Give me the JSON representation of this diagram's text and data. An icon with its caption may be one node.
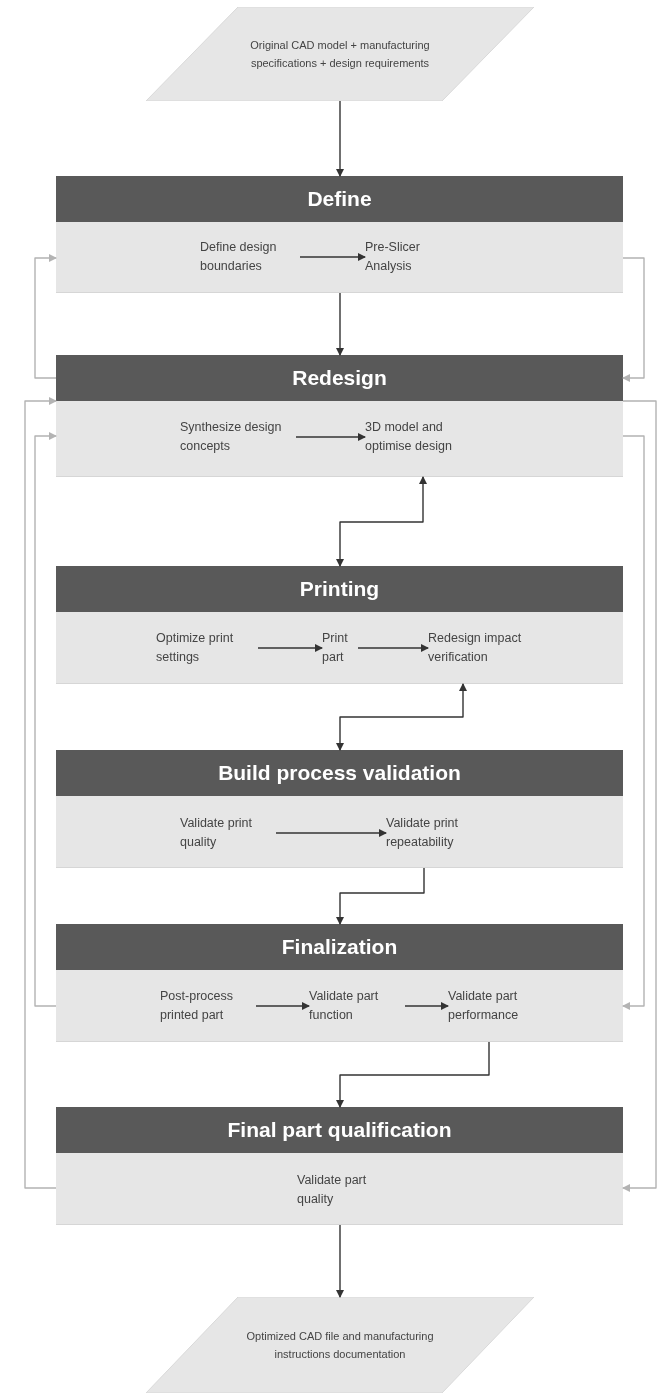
{
  "diagram": {
    "nodes": [
      {
        "text": [
          "Original CAD model + manufacturing specifications + design requirements"
        ]
      },
      {
        "text": [
          "Define"
        ]
      },
      {
        "text": [
          "Define design boundaries"
        ],
        "in": 1
      },
      {
        "text": [
          "Pre-Slicer Analysis"
        ],
        "in": 1
      },
      {
        "text": [
          "Redesign"
        ]
      },
      {
        "text": [
          "Synthesize design concepts"
        ],
        "in": 4
      },
      {
        "text": [
          "3D model and optimise design"
        ],
        "in": 4
      },
      {
        "text": [
          "Printing"
        ]
      },
      {
        "text": [
          "Optimize print settings"
        ],
        "in": 7
      },
      {
        "text": [
          "Print part"
        ],
        "in": 7
      },
      {
        "text": [
          "Redesign impact verification"
        ],
        "in": 7
      },
      {
        "text": [
          "Build process validation"
        ]
      },
      {
        "text": [
          "Validate print quality"
        ],
        "in": 11
      },
      {
        "text": [
          "Validate print repeatability"
        ],
        "in": 11
      },
      {
        "text": [
          "Finalization"
        ]
      },
      {
        "text": [
          "Post-process printed part"
        ],
        "in": 14
      },
      {
        "text": [
          "Validate part function"
        ],
        "in": 14
      },
      {
        "text": [
          "Validate part performance"
        ],
        "in": 14
      },
      {
        "text": [
          "Final part qualification"
        ]
      },
      {
        "text": [
          "Validate part quality"
        ],
        "in": 18
      },
      {
        "text": [
          "Optimized CAD file and manufacturing instructions documentation"
        ]
      }
    ],
    "edges": [
      {
        "from": 0,
        "to": 1,
        "arrow": "to"
      },
      {
        "from": 2,
        "to": 3,
        "arrow": "to"
      },
      {
        "from": 1,
        "to": 4,
        "arrow": "to"
      },
      {
        "from": 4,
        "to": 1,
        "arrow": "to",
        "color": "#b3b3b3"
      },
      {
        "from": 1,
        "to": 4,
        "arrow": "to",
        "color": "#b3b3b3"
      },
      {
        "from": 5,
        "to": 6,
        "arrow": "to"
      },
      {
        "from": 4,
        "to": 7,
        "arrow": "both"
      },
      {
        "from": 8,
        "to": 9,
        "arrow": "to"
      },
      {
        "from": 9,
        "to": 10,
        "arrow": "to"
      },
      {
        "from": 7,
        "to": 11,
        "arrow": "both"
      },
      {
        "from": 12,
        "to": 13,
        "arrow": "to"
      },
      {
        "from": 11,
        "to": 14,
        "arrow": "to"
      },
      {
        "from": 15,
        "to": 16,
        "arrow": "to"
      },
      {
        "from": 16,
        "to": 17,
        "arrow": "to"
      },
      {
        "from": 14,
        "to": 18,
        "arrow": "to"
      },
      {
        "from": 18,
        "to": 20,
        "arrow": "to"
      },
      {
        "from": 18,
        "to": 4,
        "arrow": "to",
        "color": "#b3b3b3"
      },
      {
        "from": 14,
        "to": 4,
        "arrow": "to",
        "color": "#b3b3b3"
      },
      {
        "from": 4,
        "to": 14,
        "arrow": "to",
        "color": "#b3b3b3"
      },
      {
        "from": 4,
        "to": 18,
        "arrow": "to",
        "color": "#b3b3b3"
      }
    ]
  }
}
